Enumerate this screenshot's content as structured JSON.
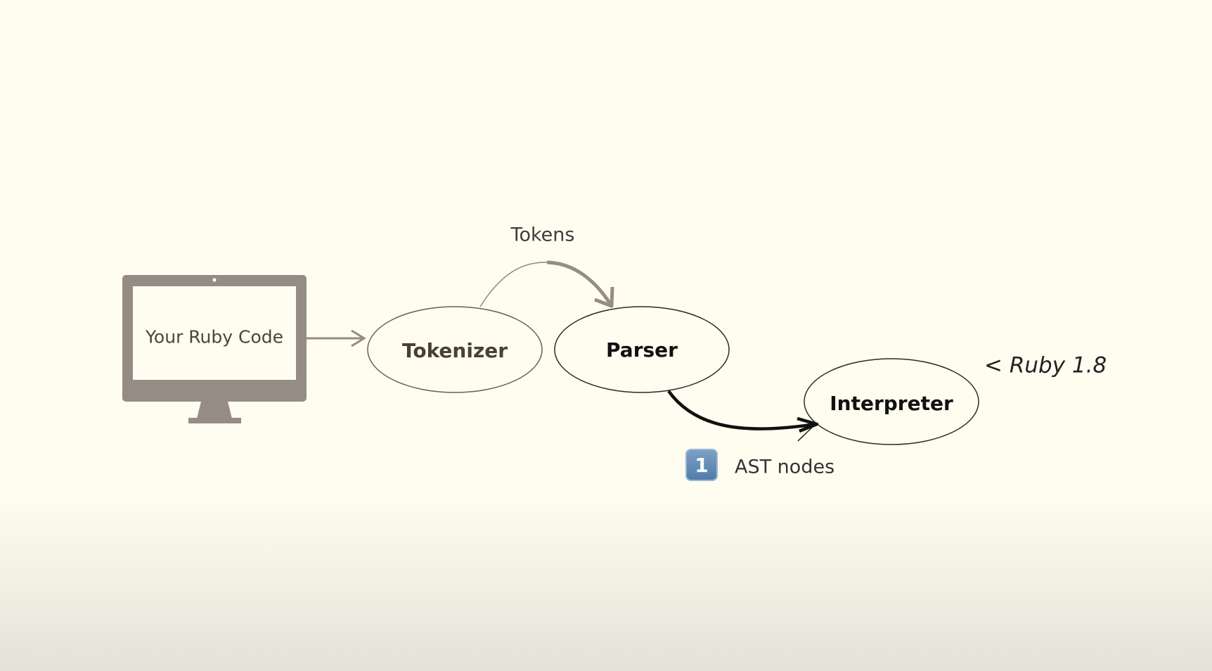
{
  "diagram": {
    "source_label": "Your Ruby Code",
    "nodes": {
      "tokenizer": "Tokenizer",
      "parser": "Parser",
      "interpreter": "Interpreter"
    },
    "edges": {
      "tokens_label": "Tokens",
      "ast_badge": "1",
      "ast_label": "AST nodes"
    },
    "version_note": "< Ruby 1.8"
  },
  "colors": {
    "background": "#fefdf0",
    "monitor": "#958c85",
    "arrow_gray": "#958c85",
    "arrow_dark": "#111111",
    "badge_blue": "#5f88b2"
  }
}
